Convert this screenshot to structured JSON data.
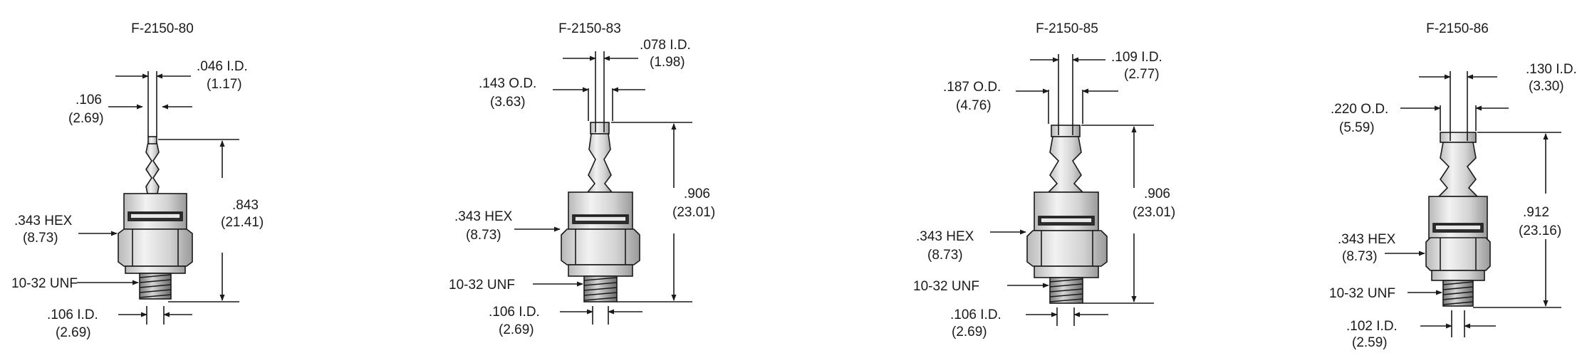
{
  "fittings": [
    {
      "title": "F-2150-80",
      "tube_id": ".046 I.D.",
      "tube_id_mm": "(1.17)",
      "barb_od": ".106",
      "barb_od_mm": "(2.69)",
      "height": ".843",
      "height_mm": "(21.41)",
      "hex": ".343 HEX",
      "hex_mm": "(8.73)",
      "thread": "10-32 UNF",
      "base_id": ".106 I.D.",
      "base_id_mm": "(2.69)"
    },
    {
      "title": "F-2150-83",
      "tube_id": ".078 I.D.",
      "tube_id_mm": "(1.98)",
      "barb_od": ".143 O.D.",
      "barb_od_mm": "(3.63)",
      "height": ".906",
      "height_mm": "(23.01)",
      "hex": ".343 HEX",
      "hex_mm": "(8.73)",
      "thread": "10-32 UNF",
      "base_id": ".106 I.D.",
      "base_id_mm": "(2.69)"
    },
    {
      "title": "F-2150-85",
      "tube_id": ".109 I.D.",
      "tube_id_mm": "(2.77)",
      "barb_od": ".187 O.D.",
      "barb_od_mm": "(4.76)",
      "height": ".906",
      "height_mm": "(23.01)",
      "hex": ".343 HEX",
      "hex_mm": "(8.73)",
      "thread": "10-32 UNF",
      "base_id": ".106 I.D.",
      "base_id_mm": "(2.69)"
    },
    {
      "title": "F-2150-86",
      "tube_id": ".130 I.D.",
      "tube_id_mm": "(3.30)",
      "barb_od": ".220 O.D.",
      "barb_od_mm": "(5.59)",
      "height": ".912",
      "height_mm": "(23.16)",
      "hex": ".343 HEX",
      "hex_mm": "(8.73)",
      "thread": "10-32 UNF",
      "base_id": ".102 I.D.",
      "base_id_mm": "(2.59)"
    }
  ]
}
